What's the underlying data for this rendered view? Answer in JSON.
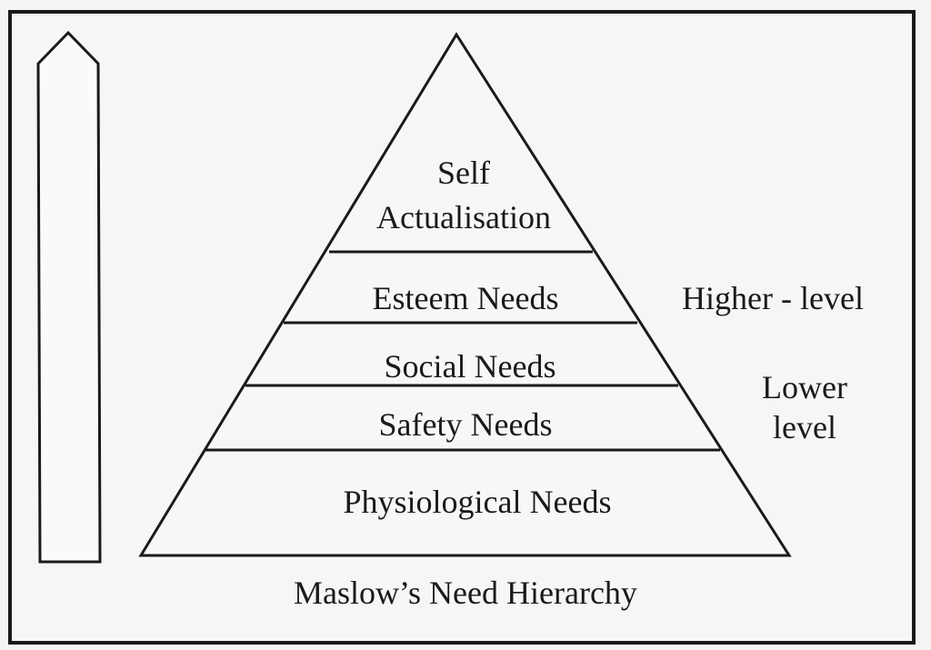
{
  "title": "Maslow’s Need Hierarchy",
  "levels": {
    "self_line1": "Self",
    "self_line2": "Actualisation",
    "esteem": "Esteem Needs",
    "social": "Social Needs",
    "safety": "Safety Needs",
    "physiological": "Physiological Needs"
  },
  "annotations": {
    "higher": "Higher - level",
    "lower_line1": "Lower",
    "lower_line2": "level"
  },
  "colors": {
    "ink": "#1a1a1a",
    "paper": "#f4f4f2"
  }
}
